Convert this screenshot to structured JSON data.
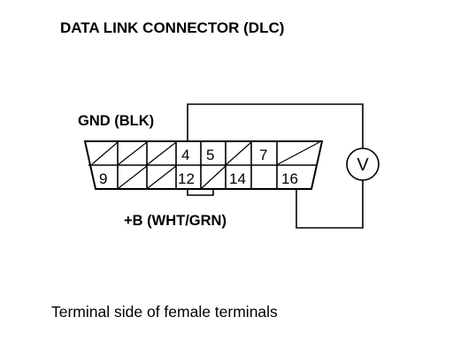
{
  "title": "DATA LINK CONNECTOR (DLC)",
  "labels": {
    "gnd": "GND (BLK)",
    "b_plus": "+B (WHT/GRN)"
  },
  "meter_symbol": "V",
  "terminals": {
    "t4": "4",
    "t5": "5",
    "t7": "7",
    "t9": "9",
    "t12": "12",
    "t14": "14",
    "t16": "16"
  },
  "caption": "Terminal side of female terminals"
}
